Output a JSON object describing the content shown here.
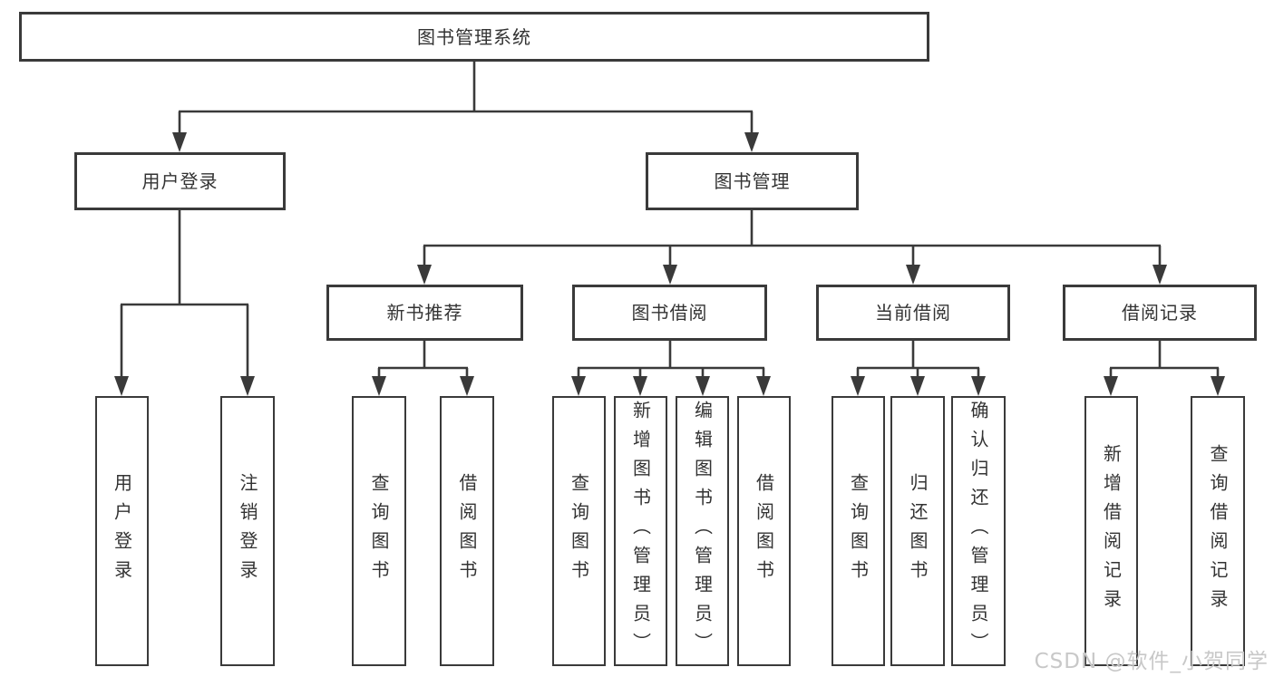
{
  "watermark": "CSDN @软件_小贺同学",
  "colors": {
    "line": "#3a3a3a",
    "text": "#333333",
    "box_background": "#ffffff",
    "watermark": "#c8c8c8"
  },
  "tree": {
    "label": "图书管理系统",
    "children": [
      {
        "label": "用户登录",
        "children": [
          {
            "label": "用户登录"
          },
          {
            "label": "注销登录"
          }
        ]
      },
      {
        "label": "图书管理",
        "children": [
          {
            "label": "新书推荐",
            "children": [
              {
                "label": "查询图书"
              },
              {
                "label": "借阅图书"
              }
            ]
          },
          {
            "label": "图书借阅",
            "children": [
              {
                "label": "查询图书"
              },
              {
                "label": "新增图书（管理员）"
              },
              {
                "label": "编辑图书（管理员）"
              },
              {
                "label": "借阅图书"
              }
            ]
          },
          {
            "label": "当前借阅",
            "children": [
              {
                "label": "查询图书"
              },
              {
                "label": "归还图书"
              },
              {
                "label": "确认归还（管理员）"
              }
            ]
          },
          {
            "label": "借阅记录",
            "children": [
              {
                "label": "新增借阅记录"
              },
              {
                "label": "查询借阅记录"
              }
            ]
          }
        ]
      }
    ]
  }
}
